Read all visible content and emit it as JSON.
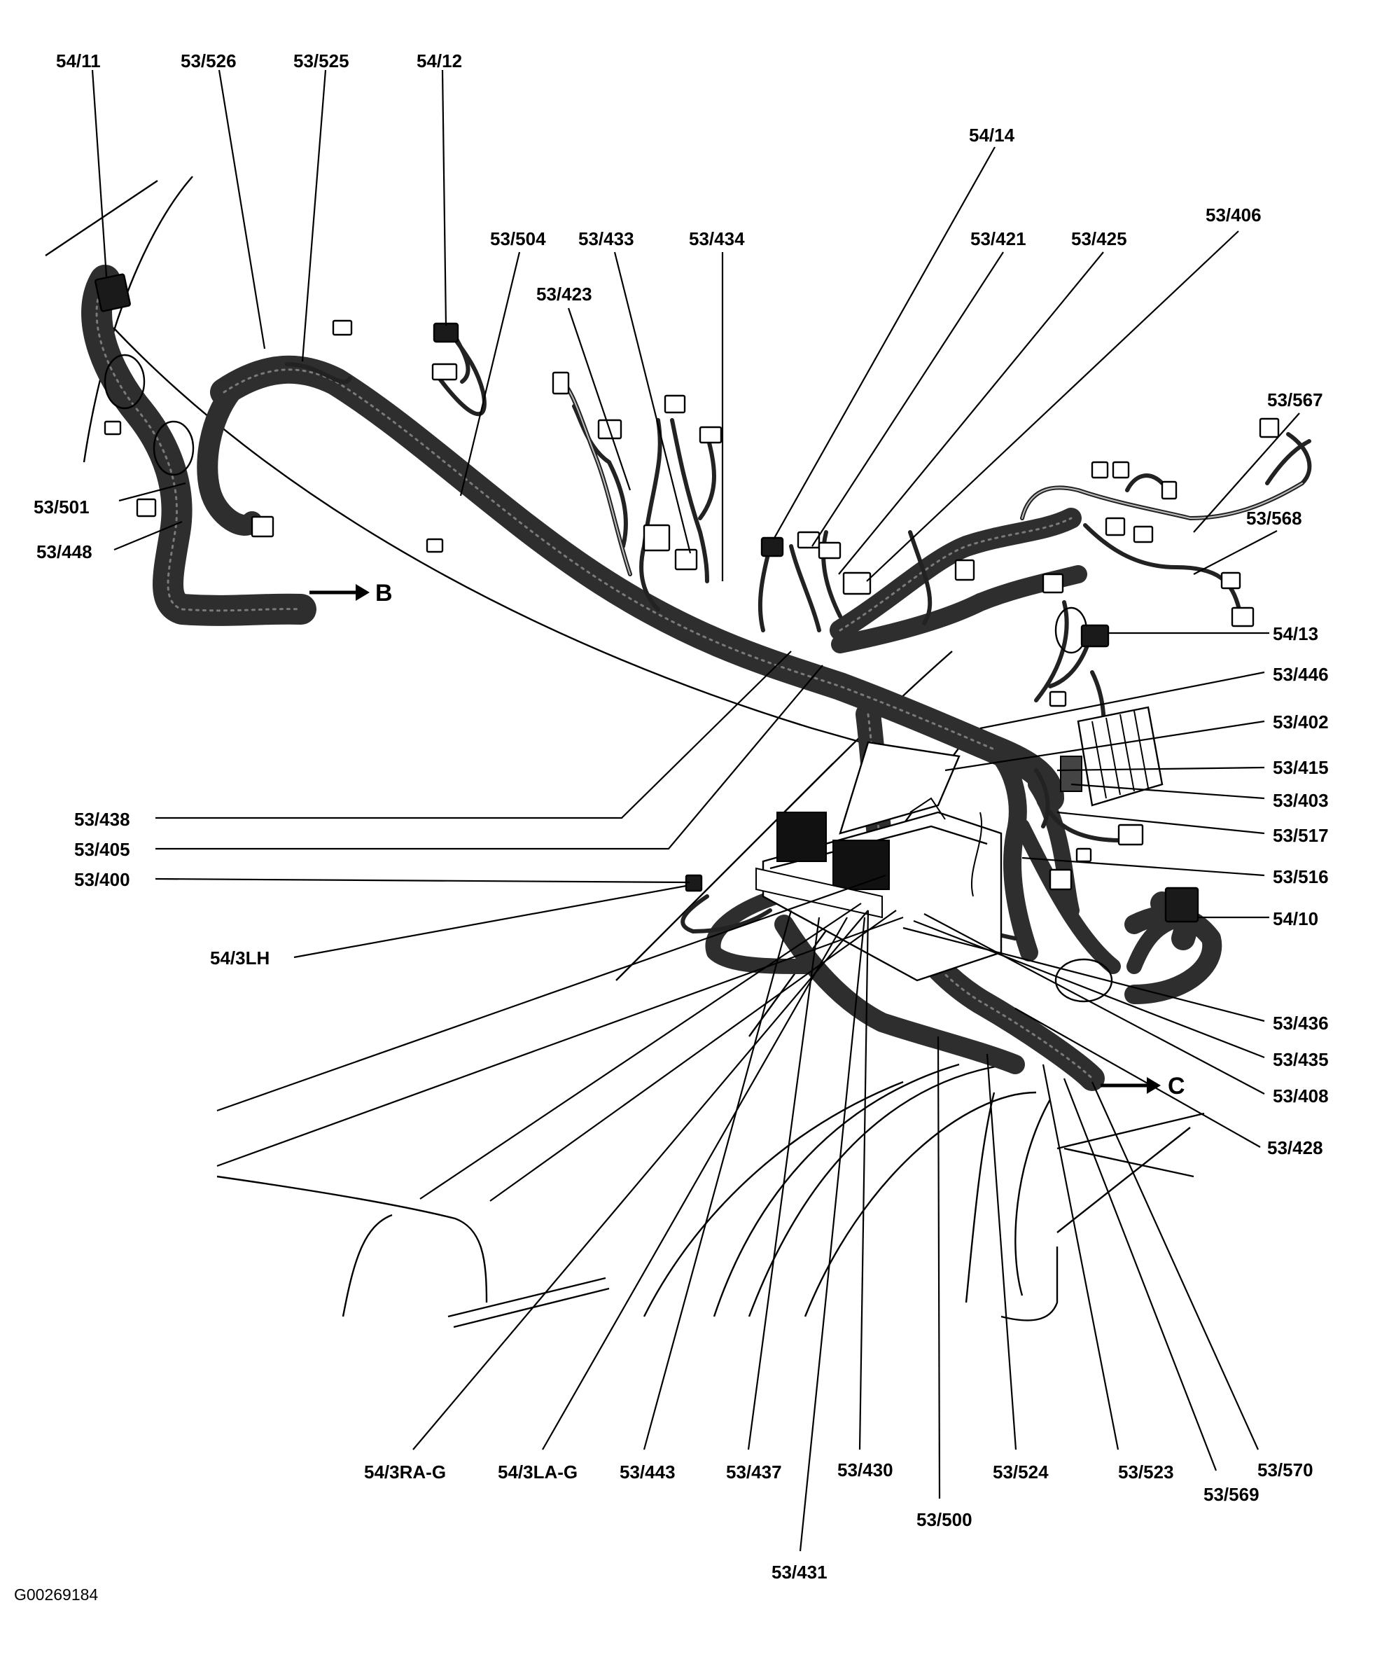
{
  "diagram_id": "G00269184",
  "labels": [
    {
      "key": "l_54_11",
      "text": "54/11"
    },
    {
      "key": "l_53_526",
      "text": "53/526"
    },
    {
      "key": "l_53_525",
      "text": "53/525"
    },
    {
      "key": "l_54_12",
      "text": "54/12"
    },
    {
      "key": "l_54_14",
      "text": "54/14"
    },
    {
      "key": "l_53_504",
      "text": "53/504"
    },
    {
      "key": "l_53_433",
      "text": "53/433"
    },
    {
      "key": "l_53_434",
      "text": "53/434"
    },
    {
      "key": "l_53_421",
      "text": "53/421"
    },
    {
      "key": "l_53_425",
      "text": "53/425"
    },
    {
      "key": "l_53_406",
      "text": "53/406"
    },
    {
      "key": "l_53_423",
      "text": "53/423"
    },
    {
      "key": "l_53_567",
      "text": "53/567"
    },
    {
      "key": "l_53_568",
      "text": "53/568"
    },
    {
      "key": "l_53_501",
      "text": "53/501"
    },
    {
      "key": "l_53_448",
      "text": "53/448"
    },
    {
      "key": "l_54_13",
      "text": "54/13"
    },
    {
      "key": "l_53_446",
      "text": "53/446"
    },
    {
      "key": "l_53_402",
      "text": "53/402"
    },
    {
      "key": "l_53_415",
      "text": "53/415"
    },
    {
      "key": "l_53_403",
      "text": "53/403"
    },
    {
      "key": "l_53_517",
      "text": "53/517"
    },
    {
      "key": "l_53_516",
      "text": "53/516"
    },
    {
      "key": "l_54_10",
      "text": "54/10"
    },
    {
      "key": "l_53_438",
      "text": "53/438"
    },
    {
      "key": "l_53_405",
      "text": "53/405"
    },
    {
      "key": "l_53_400",
      "text": "53/400"
    },
    {
      "key": "l_54_3lh",
      "text": "54/3LH"
    },
    {
      "key": "l_53_436",
      "text": "53/436"
    },
    {
      "key": "l_53_435",
      "text": "53/435"
    },
    {
      "key": "l_53_408",
      "text": "53/408"
    },
    {
      "key": "l_53_428",
      "text": "53/428"
    },
    {
      "key": "l_54_3ra_g",
      "text": "54/3RA-G"
    },
    {
      "key": "l_54_3la_g",
      "text": "54/3LA-G"
    },
    {
      "key": "l_53_443",
      "text": "53/443"
    },
    {
      "key": "l_53_437",
      "text": "53/437"
    },
    {
      "key": "l_53_430",
      "text": "53/430"
    },
    {
      "key": "l_53_500",
      "text": "53/500"
    },
    {
      "key": "l_53_524",
      "text": "53/524"
    },
    {
      "key": "l_53_523",
      "text": "53/523"
    },
    {
      "key": "l_53_569",
      "text": "53/569"
    },
    {
      "key": "l_53_570",
      "text": "53/570"
    },
    {
      "key": "l_53_431",
      "text": "53/431"
    }
  ],
  "arrows": [
    {
      "key": "arrow_b",
      "text": "B"
    },
    {
      "key": "arrow_c",
      "text": "C"
    }
  ]
}
